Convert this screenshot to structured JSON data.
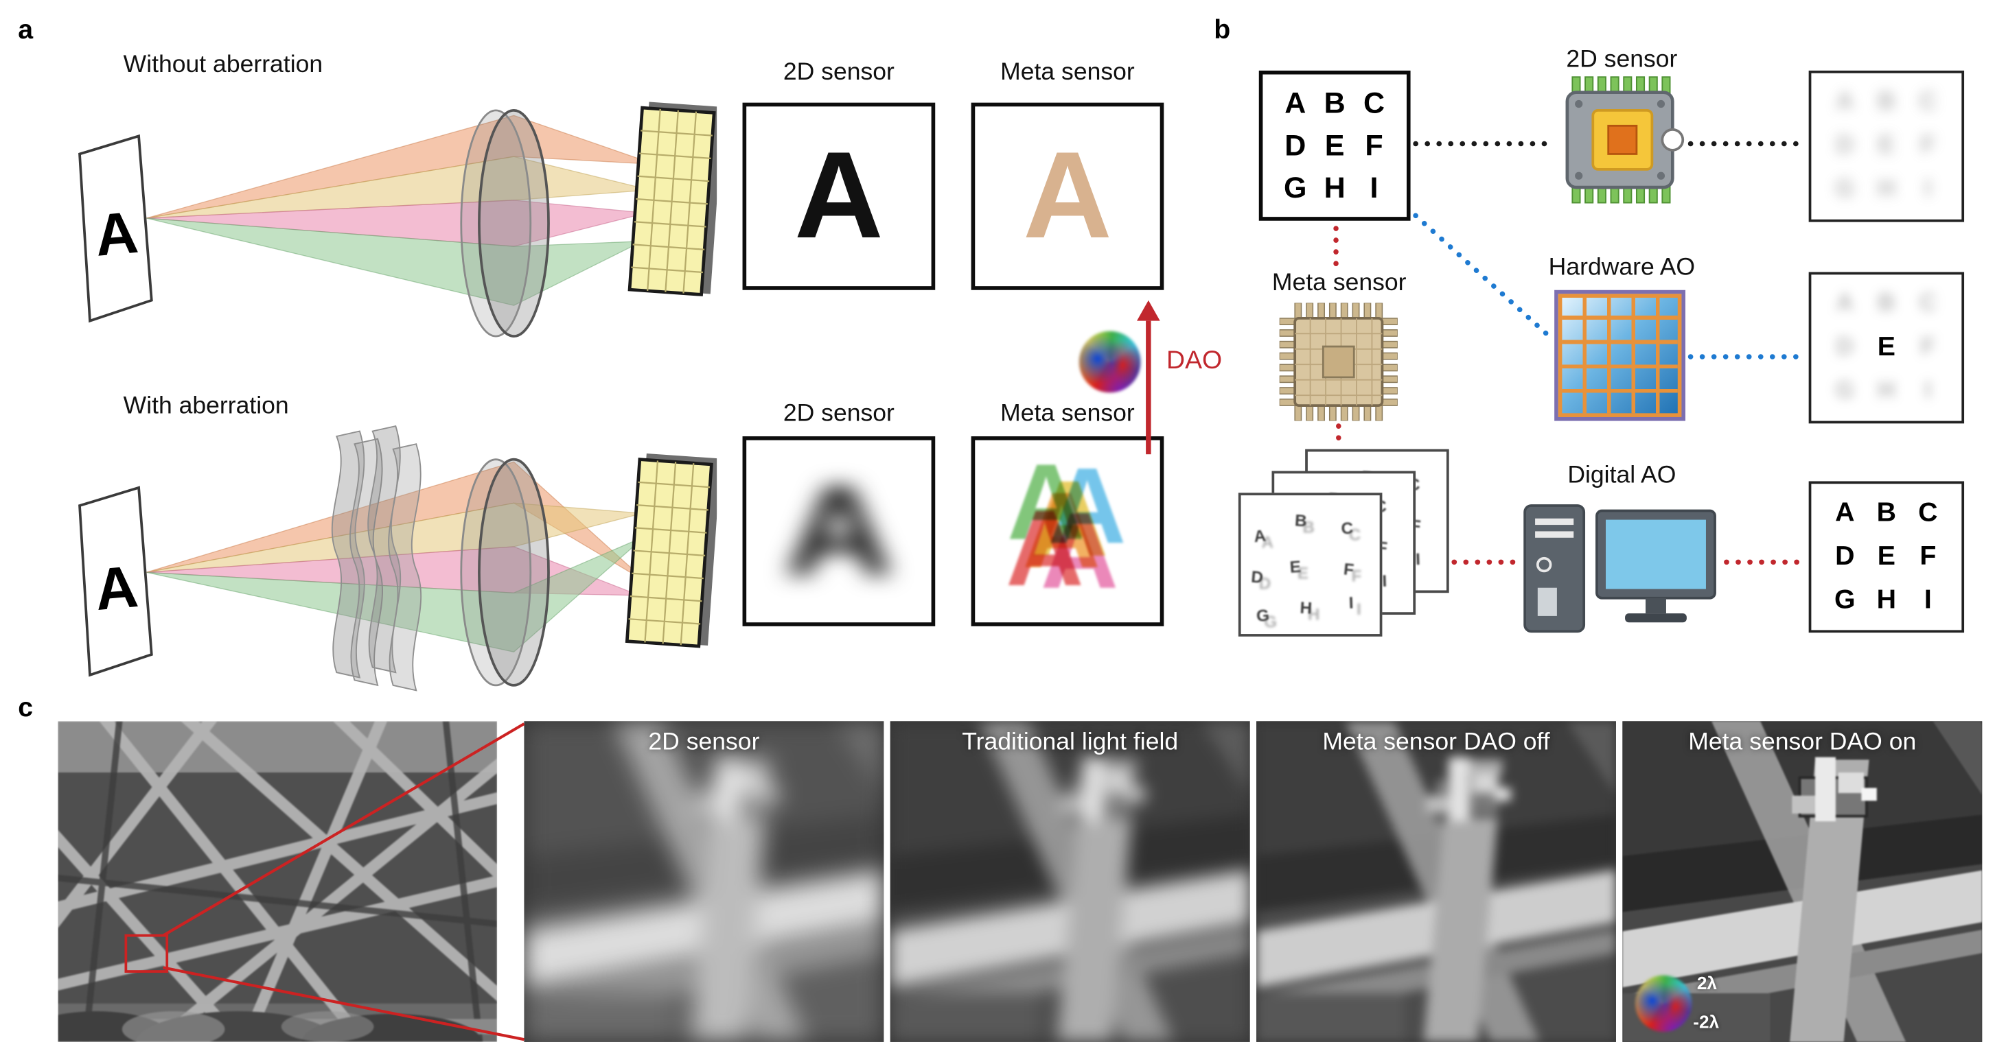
{
  "panel_labels": {
    "a": "a",
    "b": "b",
    "c": "c"
  },
  "panel_a": {
    "without_label": "Without aberration",
    "with_label": "With aberration",
    "target_letter": "A",
    "boxes": {
      "r1_2d_label": "2D sensor",
      "r1_meta_label": "Meta sensor",
      "r2_2d_label": "2D sensor",
      "r2_meta_label": "Meta sensor"
    },
    "dao_label": "DAO"
  },
  "panel_b": {
    "letters": [
      "A",
      "B",
      "C",
      "D",
      "E",
      "F",
      "G",
      "H",
      "I"
    ],
    "labels": {
      "sensor_2d": "2D sensor",
      "meta_sensor": "Meta sensor",
      "hardware_ao": "Hardware AO",
      "digital_ao": "Digital AO"
    }
  },
  "panel_c": {
    "labels": [
      "2D sensor",
      "Traditional light field",
      "Meta sensor DAO off",
      "Meta sensor DAO on"
    ],
    "colorbar": {
      "top": "2λ",
      "bottom": "-2λ"
    }
  },
  "colors": {
    "dao_red": "#c1272d",
    "link_black": "#1a1a1a",
    "link_blue": "#1e7ad1",
    "link_red": "#c1272d"
  }
}
